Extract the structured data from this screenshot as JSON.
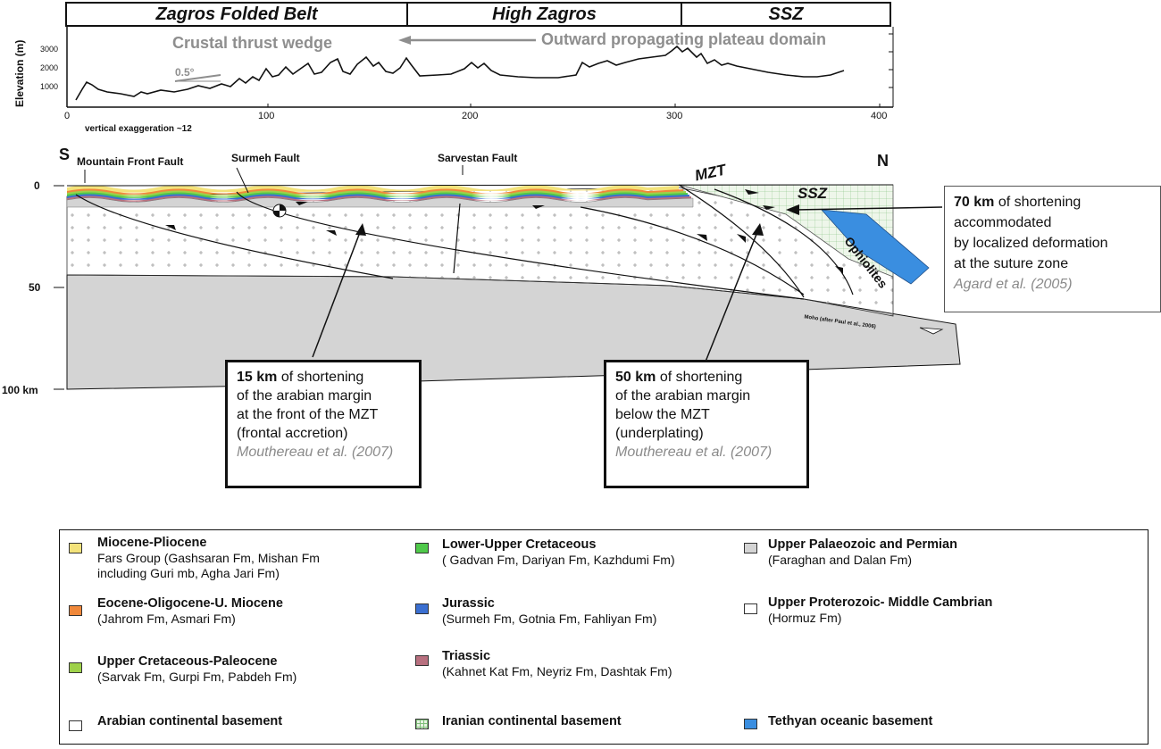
{
  "band": {
    "segments": [
      "Zagros Folded Belt",
      "High Zagros",
      "SSZ"
    ]
  },
  "profile": {
    "crustal_label": "Crustal thrust wedge",
    "plateau_label": "Outward propagating plateau domain",
    "angle_label": "0.5°",
    "y_axis_label": "Elevation (m)",
    "y_ticks": [
      "3000",
      "2000",
      "1000"
    ],
    "x_ticks": [
      "0",
      "100",
      "200",
      "300",
      "400"
    ],
    "exaggeration": "vertical exaggeration ~12"
  },
  "section": {
    "s_label": "S",
    "n_label": "N",
    "depth_ticks": [
      "0",
      "50",
      "100 km"
    ],
    "faults": [
      "Mountain Front Fault",
      "Surmeh Fault",
      "Sarvestan Fault"
    ],
    "mzt": "MZT",
    "ssz": "SSZ",
    "ophiolites": "Ophiolites",
    "moho": "Moho (after Paul et al., 2006)"
  },
  "callouts": {
    "c70": {
      "bold": "70 km",
      "line1": " of shortening",
      "line2": "accommodated",
      "line3": "by  localized deformation",
      "line4": "at the suture zone",
      "ref": "Agard et al. (2005)"
    },
    "c15": {
      "bold": "15 km",
      "line1": " of shortening",
      "line2": "of the arabian margin",
      "line3": "at the front of the MZT",
      "line4": "(frontal accretion)",
      "ref": "Mouthereau et al. (2007)"
    },
    "c50": {
      "bold": "50 km",
      "line1": " of shortening",
      "line2": "of the arabian margin",
      "line3": "below the MZT",
      "line4": "(underplating)",
      "ref": "Mouthereau et al. (2007)"
    }
  },
  "legend": {
    "items": [
      {
        "title": "Miocene-Pliocene",
        "desc1": "Fars Group (Gashsaran Fm, Mishan Fm",
        "desc2": "including Guri mb, Agha Jari Fm)",
        "color": "#f3e27a"
      },
      {
        "title": "Eocene-Oligocene-U. Miocene",
        "desc1": "(Jahrom Fm, Asmari Fm)",
        "desc2": "",
        "color": "#f0883a"
      },
      {
        "title": "Upper Cretaceous-Paleocene",
        "desc1": "(Sarvak Fm, Gurpi Fm, Pabdeh Fm)",
        "desc2": "",
        "color": "#9ed14a"
      },
      {
        "title": "Arabian continental basement",
        "desc1": "",
        "desc2": "",
        "color": "#ffffff"
      },
      {
        "title": "Lower-Upper Cretaceous",
        "desc1": "( Gadvan Fm, Dariyan Fm, Kazhdumi Fm)",
        "desc2": "",
        "color": "#4fc94a"
      },
      {
        "title": "Jurassic",
        "desc1": "(Surmeh Fm, Gotnia Fm, Fahliyan Fm)",
        "desc2": "",
        "color": "#3a6fd1"
      },
      {
        "title": "Triassic",
        "desc1": "(Kahnet Kat Fm, Neyriz Fm, Dashtak Fm)",
        "desc2": "",
        "color": "#b8707f"
      },
      {
        "title": "Iranian continental basement",
        "desc1": "",
        "desc2": "",
        "color": "#e9f3e4"
      },
      {
        "title": "Upper Palaeozoic and Permian",
        "desc1": "(Faraghan and Dalan Fm)",
        "desc2": "",
        "color": "#d4d4d4"
      },
      {
        "title": "Upper Proterozoic- Middle Cambrian",
        "desc1": "(Hormuz Fm)",
        "desc2": "",
        "color": "#ffffff"
      },
      {
        "title": "Tethyan oceanic basement",
        "desc1": "",
        "desc2": "",
        "color": "#3a8ee0"
      }
    ]
  }
}
